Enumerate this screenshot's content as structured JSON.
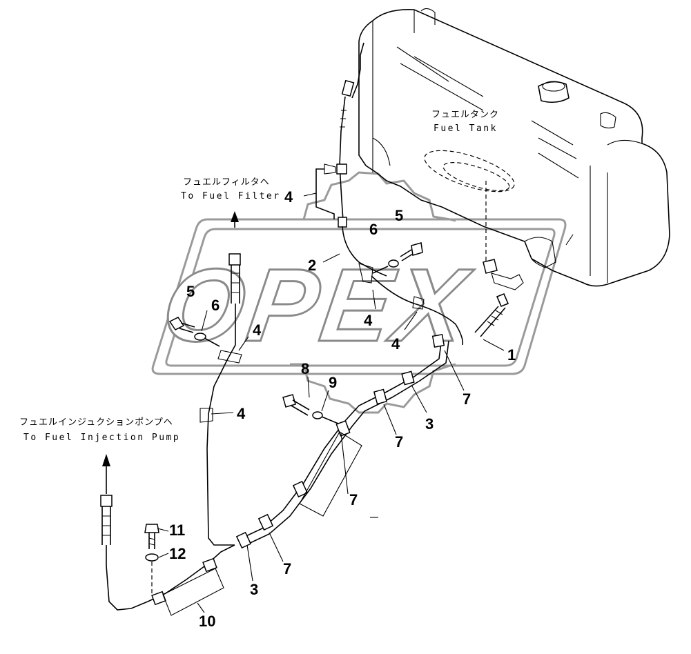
{
  "labels": {
    "fuel_tank_jp": "フュエルタンク",
    "fuel_tank_en": "Fuel Tank",
    "fuel_filter_jp": "フュエルフィルタヘ",
    "fuel_filter_en": "To Fuel Filter",
    "injection_pump_jp": "フュエルインジュクションポンプヘ",
    "injection_pump_en": "To Fuel Injection Pump"
  },
  "watermark": {
    "text": "OPEX"
  },
  "callouts": {
    "c1": "1",
    "c2": "2",
    "c3a": "3",
    "c3b": "3",
    "c4a": "4",
    "c4b": "4",
    "c4c": "4",
    "c4d": "4",
    "c4e": "4",
    "c5a": "5",
    "c5b": "5",
    "c6a": "6",
    "c6b": "6",
    "c7a": "7",
    "c7b": "7",
    "c7c": "7",
    "c7d": "7",
    "c8": "8",
    "c9": "9",
    "c10": "10",
    "c11": "11",
    "c12": "12"
  },
  "colors": {
    "line": "#000000",
    "watermark": "#8a8a8a",
    "background": "#ffffff"
  }
}
